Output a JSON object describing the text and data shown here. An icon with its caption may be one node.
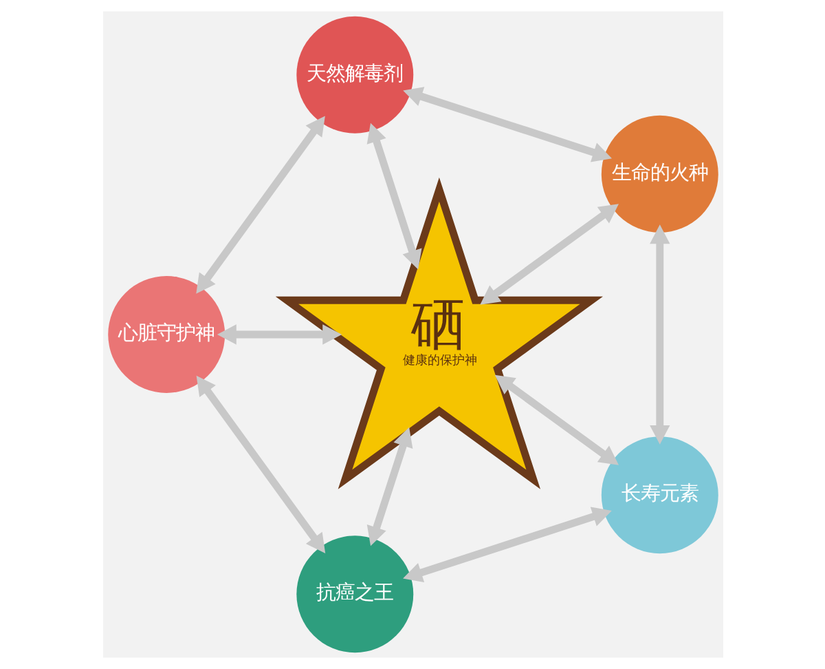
{
  "diagram": {
    "nodes": [
      {
        "text": [
          "硒",
          "健康的保护神"
        ]
      },
      {
        "text": [
          "生命的火种"
        ]
      },
      {
        "text": [
          "天然解毒剂"
        ]
      },
      {
        "text": [
          "心脏守护神"
        ]
      },
      {
        "text": [
          "抗癌之王"
        ]
      },
      {
        "text": [
          "长寿元素"
        ]
      }
    ],
    "edges": [
      {
        "from": 0,
        "to": 1,
        "arrow": "both"
      },
      {
        "from": 0,
        "to": 2,
        "arrow": "both"
      },
      {
        "from": 0,
        "to": 3,
        "arrow": "both"
      },
      {
        "from": 0,
        "to": 4,
        "arrow": "both"
      },
      {
        "from": 0,
        "to": 5,
        "arrow": "both"
      },
      {
        "from": 1,
        "to": 2,
        "arrow": "both"
      },
      {
        "from": 2,
        "to": 3,
        "arrow": "both"
      },
      {
        "from": 3,
        "to": 4,
        "arrow": "both"
      },
      {
        "from": 4,
        "to": 5,
        "arrow": "both"
      },
      {
        "from": 5,
        "to": 1,
        "arrow": "both"
      }
    ]
  }
}
